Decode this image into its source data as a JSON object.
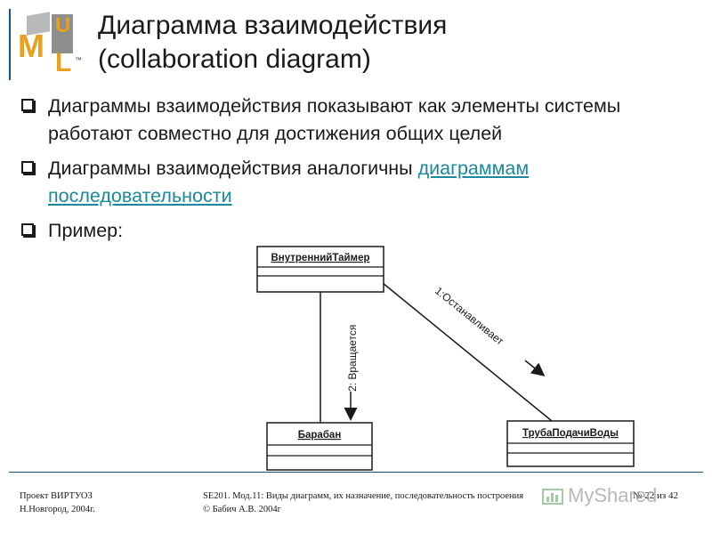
{
  "header": {
    "title_line1": "Диаграмма взаимодействия",
    "title_line2": "(collaboration diagram)",
    "logo_text": "UML",
    "logo_tm": "™"
  },
  "bullets": [
    {
      "text": "Диаграммы взаимодействия показывают как элементы системы работают совместно для достижения общих целей"
    },
    {
      "text": "Диаграммы взаимодействия аналогичны ",
      "link": "диаграммам последовательности"
    },
    {
      "text": "Пример:"
    }
  ],
  "diagram": {
    "classes": [
      {
        "name": "ВнутреннийТаймер"
      },
      {
        "name": "Барабан"
      },
      {
        "name": "ТрубаПодачиВоды"
      }
    ],
    "messages": [
      {
        "label": "2: Вращается"
      },
      {
        "label": "1:Останавливает"
      }
    ]
  },
  "footer": {
    "left_line1": "Проект ВИРТУОЗ",
    "left_line2": "Н.Новгород, 2004г.",
    "mid_line1": "SE201. Мод.11: Виды диаграмм, их назначение, последовательность построения",
    "mid_line2": "© Бабич А.В. 2004г",
    "page": "№ 22 из 42",
    "watermark": "MyShared"
  },
  "colors": {
    "accent": "#1a4f8a",
    "link": "#1a8a9a",
    "logo_orange": "#e8a020",
    "logo_gray": "#9a9a9a"
  }
}
